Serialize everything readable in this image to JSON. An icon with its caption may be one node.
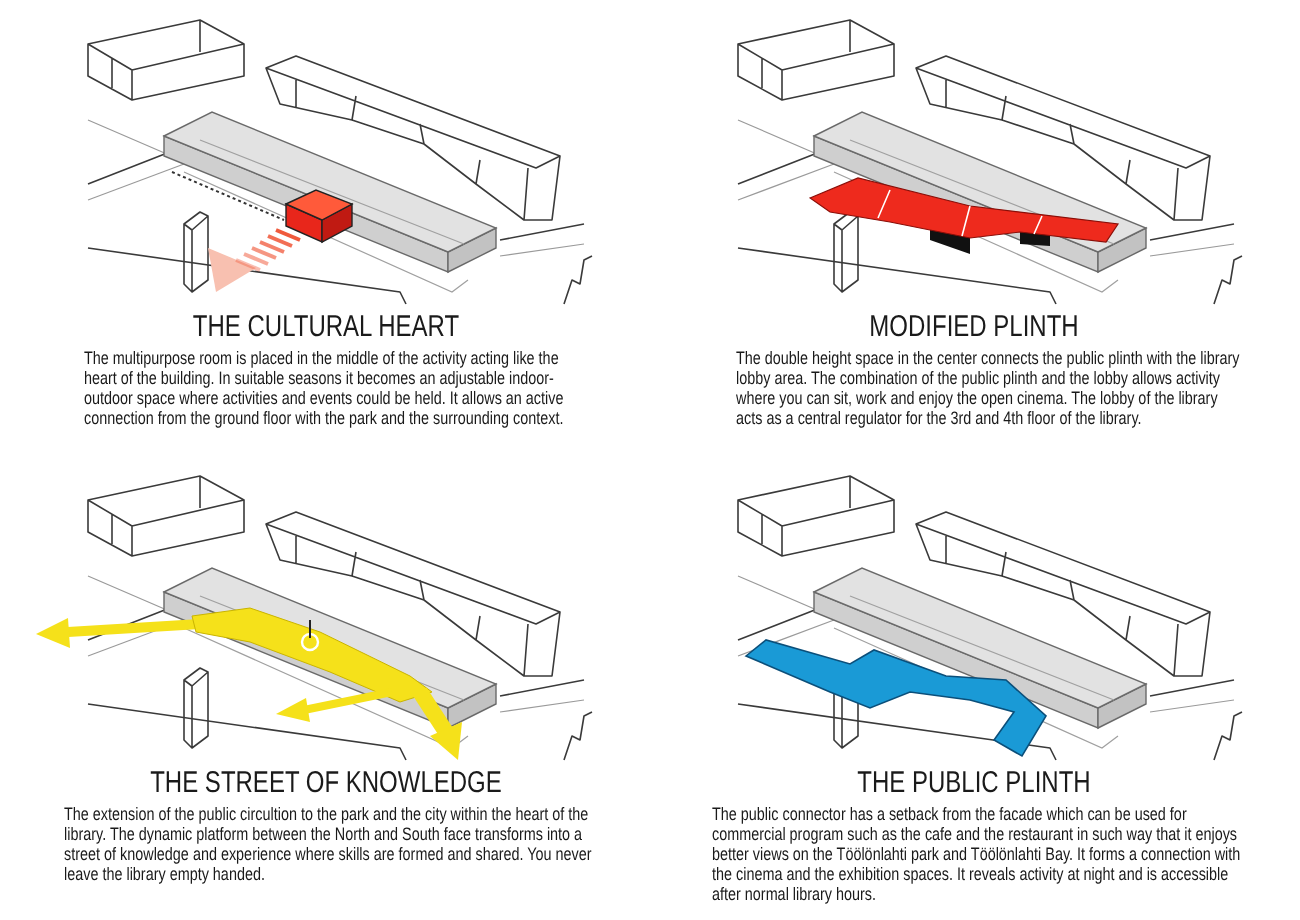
{
  "diagram": {
    "labels": [
      "THE CULTURAL HEART",
      "The multipurpose room is placed in the middle of the activity acting like the heart of the building. In suitable seasons it becomes an adjustable indoor-outdoor space where activities and events could be held. It allows an active connection from the ground floor with the park and the surrounding context.",
      "MODIFIED PLINTH",
      "The double height space in the center connects the public plinth with the library lobby area. The combination of the public plinth and the lobby allows activity where you can sit, work and enjoy the open cinema. The lobby of the library acts as a central regulator for the 3rd and 4th floor of the library.",
      "THE STREET OF KNOWLEDGE",
      "The extension of the public circultion to the park and the city within the heart of the library. The dynamic platform between the North and South face transforms into a street of knowledge and experience where skills are formed and shared. You never leave the library empty handed.",
      "THE PUBLIC PLINTH",
      "The public connector has a setback from the facade which can be used for commercial program such as the cafe and the restaurant in such way that it enjoys better views on the Töölönlahti park and Töölönlahti Bay. It forms a connection with the cinema and the exhibition spaces. It reveals activity at night and is accessible after normal library hours."
    ]
  }
}
